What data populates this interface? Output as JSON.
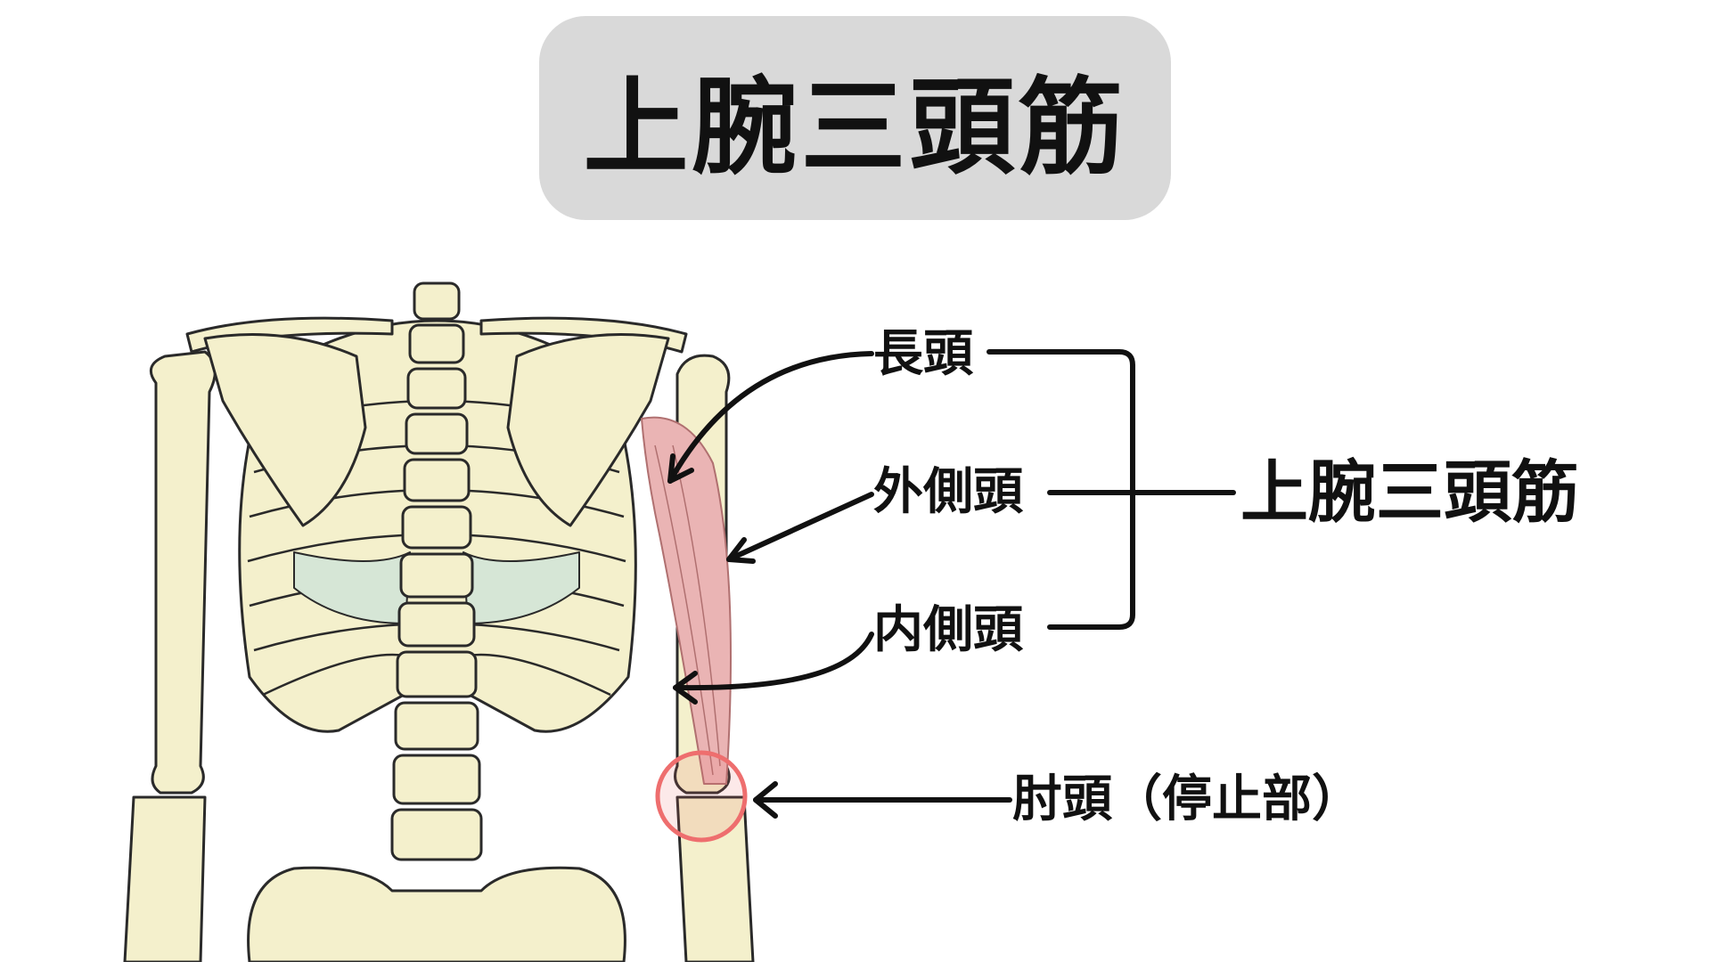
{
  "title": "上腕三頭筋",
  "labels": {
    "long_head": "長頭",
    "lateral_head": "外側頭",
    "medial_head": "内側頭",
    "muscle_name": "上腕三頭筋",
    "olecranon": "肘頭（停止部）"
  },
  "colors": {
    "bone": "#f4f0cc",
    "outline": "#2a2a2a",
    "muscle": "#eab4b4",
    "highlight_circle": "#ee6e6e",
    "title_bg": "#d9d9d9"
  }
}
